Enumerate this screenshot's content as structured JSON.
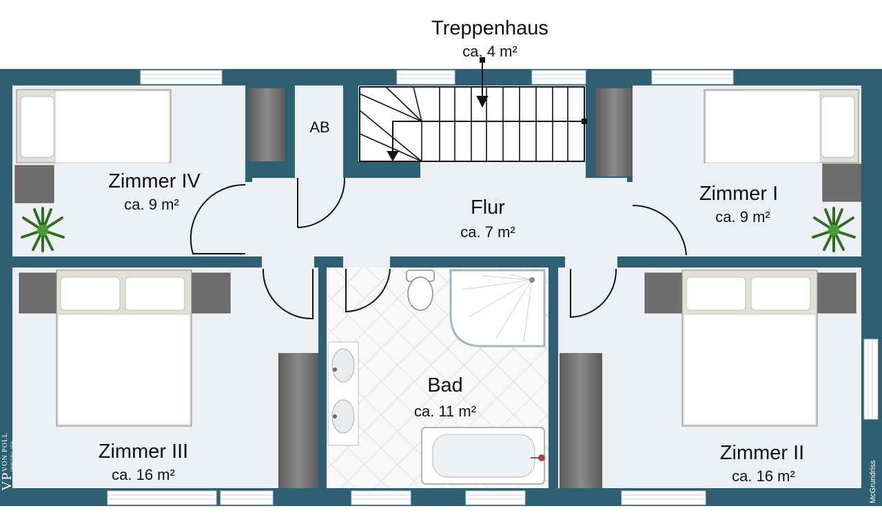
{
  "rooms": {
    "treppenhaus": {
      "name": "Treppenhaus",
      "area": "ca. 4 m²"
    },
    "ab": {
      "name": "AB"
    },
    "zimmer_iv": {
      "name": "Zimmer IV",
      "area": "ca. 9 m²"
    },
    "zimmer_i": {
      "name": "Zimmer I",
      "area": "ca. 9 m²"
    },
    "flur": {
      "name": "Flur",
      "area": "ca. 7 m²"
    },
    "bad": {
      "name": "Bad",
      "area": "ca. 11 m²"
    },
    "zimmer_iii": {
      "name": "Zimmer III",
      "area": "ca. 16 m²"
    },
    "zimmer_ii": {
      "name": "Zimmer II",
      "area": "ca. 16 m²"
    }
  },
  "branding": {
    "logo_letters": "VP",
    "logo_name": "VON POLL",
    "logo_sub": "IMMOBILIEN",
    "credit": "McGrundriss"
  },
  "colors": {
    "wall": "#2f5f73",
    "floor": "#eceff3",
    "window": "#ffffff",
    "furniture_dark": "#6a6a6a",
    "bedding": "#ffffff",
    "plant": "#3f8a2e"
  }
}
